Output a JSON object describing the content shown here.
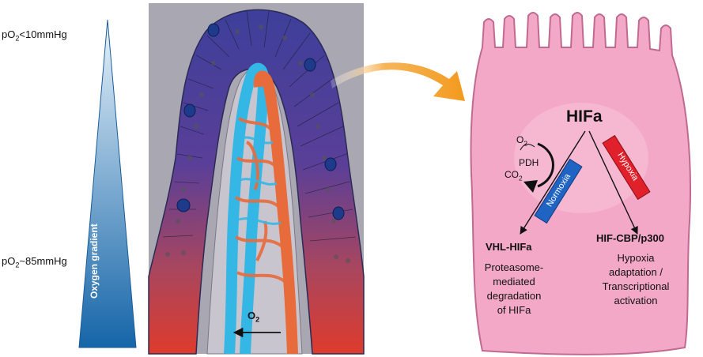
{
  "gradient": {
    "top_label": {
      "prefix": "pO",
      "sub": "2",
      "suffix": "<10mmHg"
    },
    "bottom_label": {
      "prefix": "pO",
      "sub": "2",
      "suffix": "~85mmHg"
    },
    "axis_label": "Oxygen gradient"
  },
  "villus": {
    "o2_label": {
      "prefix": "O",
      "sub": "2"
    }
  },
  "cell": {
    "title": "HIFa",
    "cycle": {
      "o2": {
        "prefix": "O",
        "sub": "2"
      },
      "enzyme": "PDH",
      "co2": {
        "prefix": "CO",
        "sub": "2"
      }
    },
    "normoxia_badge": "Normoxia",
    "hypoxia_badge": "Hypoxia",
    "left_product": "VHL-HIFa",
    "left_desc": [
      "Proteasome-",
      "mediated",
      "degradation",
      "of HIFa"
    ],
    "right_product": "HIF-CBP/p300",
    "right_desc": [
      "Hypoxia",
      "adaptation /",
      "Transcriptional",
      "activation"
    ]
  },
  "colors": {
    "gradient_top": "#e8f3fb",
    "gradient_bottom": "#1565a8",
    "epithelium_top": "#3d3f9a",
    "epithelium_bottom": "#de3b2c",
    "capillary_blue": "#35b7e6",
    "capillary_orange": "#e86b3c",
    "cell_fill": "#f4a8c8",
    "cell_stroke": "#c06a92",
    "normoxia": "#1f64c2",
    "hypoxia": "#e0202a",
    "arrow_orange": "#f39a1e"
  }
}
